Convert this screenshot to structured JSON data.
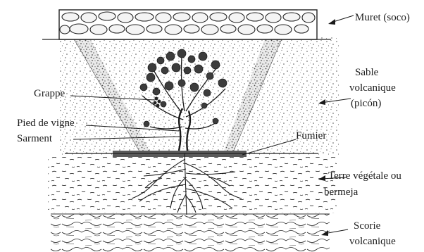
{
  "labels": {
    "muret": "Muret (soco)",
    "sable_l1": "Sable",
    "sable_l2": "volcanique",
    "sable_l3": "(picón)",
    "grappe": "Grappe",
    "pied": "Pied de vigne",
    "sarment": "Sarment",
    "fumier": "Fumier",
    "terre_l1": "Terre végétale ou",
    "terre_l2": "bermeja",
    "scorie_l1": "Scorie",
    "scorie_l2": "volcanique"
  },
  "colors": {
    "ink": "#1c1c1c",
    "paper": "#ffffff",
    "sand": "#c4c4c4"
  }
}
